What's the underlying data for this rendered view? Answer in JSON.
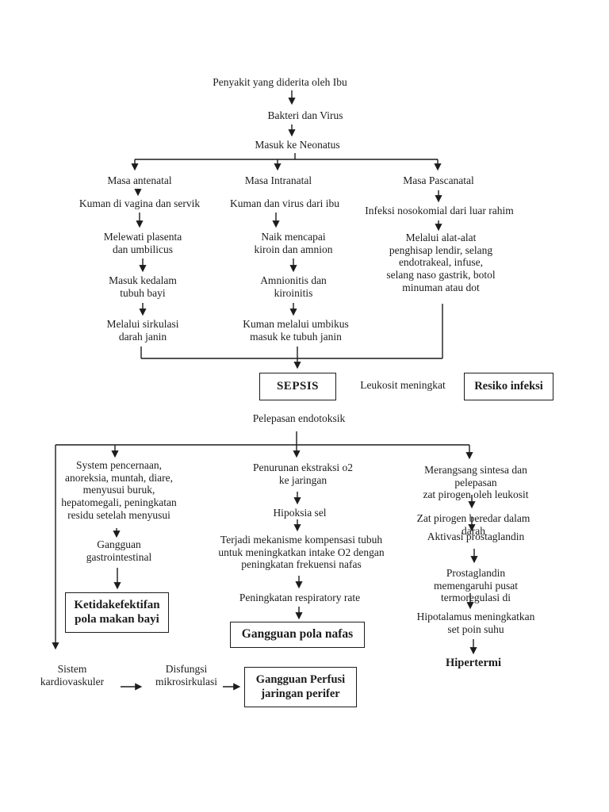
{
  "colors": {
    "ink": "#1c1c1c",
    "paper": "#ffffff"
  },
  "nodes": {
    "penyakit_ibu": "Penyakit yang diderita oleh Ibu",
    "bakteri_virus": "Bakteri dan Virus",
    "masuk_neonatus": "Masuk ke Neonatus",
    "masa_antenatal": "Masa antenatal",
    "kuman_vagina": "Kuman di vagina dan servik",
    "melewati_plasenta": "Melewati plasenta\ndan umbilicus",
    "masuk_tubuh_bayi": "Masuk kedalam\ntubuh bayi",
    "melalui_sirkulasi": "Melalui sirkulasi\ndarah janin",
    "masa_intranatal": "Masa Intranatal",
    "kuman_virus_ibu": "Kuman dan virus dari ibu",
    "naik_mencapai": "Naik mencapai\nkiroin dan amnion",
    "amnionitis": "Amnionitis dan\nkiroinitis",
    "kuman_umbikus": "Kuman melalui umbikus\nmasuk ke tubuh janin",
    "masa_pascanatal": "Masa Pascanatal",
    "infeksi_nosokomial": "Infeksi nosokomial dari luar rahim",
    "melalui_alat": "Melalui alat-alat\npenghisap lendir, selang\nendotrakeal, infuse,\nselang naso gastrik, botol\nminuman atau dot",
    "leukosit_meningkat": "Leukosit meningkat",
    "pelepasan_endotoksik": "Pelepasan endotoksik",
    "system_pencernaan": "System pencernaan,\nanoreksia, muntah, diare,\nmenyusui buruk,\nhepatomegali, peningkatan\nresidu setelah menyusui",
    "gangguan_gastrointestinal": "Gangguan\ngastrointestinal",
    "penurunan_ekstraksi": "Penurunan ekstraksi o2\nke jaringan",
    "hipoksia_sel": "Hipoksia sel",
    "terjadi_mekanisme": "Terjadi mekanisme kompensasi tubuh\nuntuk meningkatkan intake O2 dengan\npeningkatan frekuensi nafas",
    "peningkatan_rr": "Peningkatan respiratory rate",
    "merangsang_sintesa": "Merangsang sintesa dan pelepasan\nzat pirogen oleh leukosit",
    "zat_pirogen": "Zat pirogen beredar dalam darah",
    "aktivasi_prostaglandin": "Aktivasi prostaglandin",
    "prostaglandin_pusat": "Prostaglandin\nmemengaruhi pusat\ntermoregulasi di",
    "hipotalamus": "Hipotalamus meningkatkan\nset poin suhu",
    "hipertermi": "Hipertermi",
    "sistem_kardiovaskuler": "Sistem\nkardiovaskuler",
    "disfungsi_mikrosirkulasi": "Disfungsi\nmikrosirkulasi"
  },
  "boxes": {
    "sepsis": "SEPSIS",
    "resiko_infeksi": "Resiko infeksi",
    "ketidakefektifan": "Ketidakefektifan\npola makan bayi",
    "gangguan_pola_nafas": "Gangguan pola nafas",
    "gangguan_perfusi": "Gangguan Perfusi\njaringan perifer"
  }
}
